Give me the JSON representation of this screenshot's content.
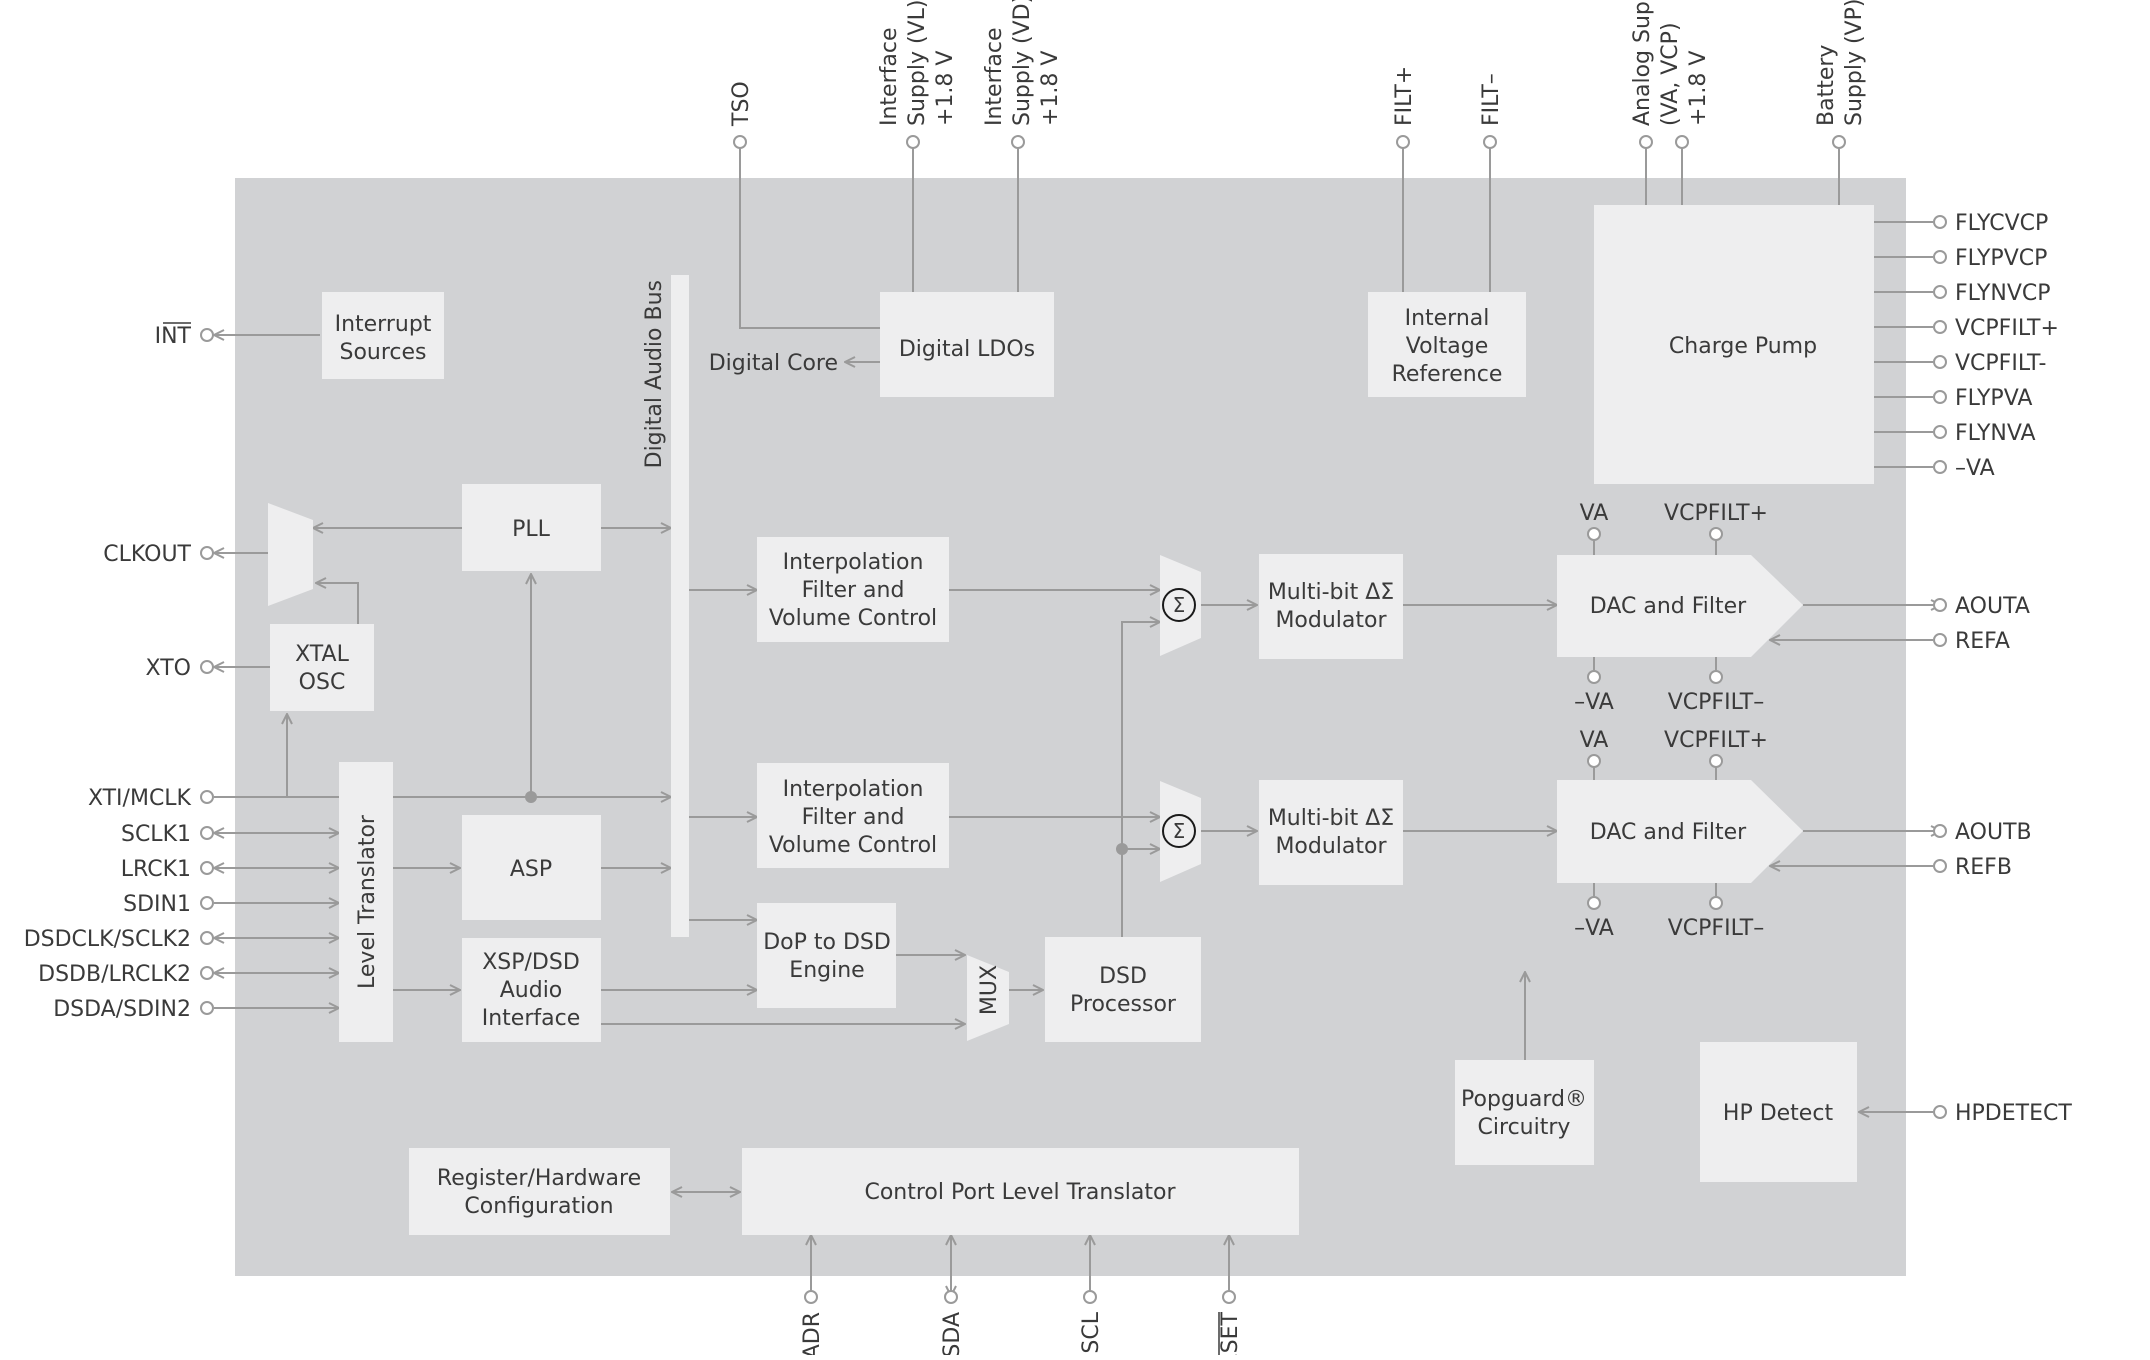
{
  "pins_left": {
    "int": "INT",
    "clkout": "CLKOUT",
    "xto": "XTO",
    "xti": "XTI/MCLK",
    "sclk1": "SCLK1",
    "lrck1": "LRCK1",
    "sdin1": "SDIN1",
    "dsdclk": "DSDCLK/SCLK2",
    "dsdb": "DSDB/LRCLK2",
    "dsda": "DSDA/SDIN2"
  },
  "pins_right": {
    "flycvcp": "FLYCVCP",
    "flypvcp": "FLYPVCP",
    "flynvcp": "FLYNVCP",
    "vcpfilt_p": "VCPFILT+",
    "vcpfilt_m": "VCPFILT-",
    "flypva": "FLYPVA",
    "flynva": "FLYNVA",
    "neg_va": "–VA",
    "aouta": "AOUTA",
    "refa": "REFA",
    "aoutb": "AOUTB",
    "refb": "REFB",
    "hpdetect": "HPDETECT"
  },
  "pins_top": {
    "tso": "TSO",
    "vl": [
      "Interface",
      "Supply (VL)",
      "+1.8 V"
    ],
    "vd": [
      "Interface",
      "Supply (VD)",
      "+1.8 V"
    ],
    "filt_p": "FILT+",
    "filt_m": "FILT–",
    "analog": [
      "Analog Supply",
      "(VA, VCP)",
      "+1.8 V"
    ],
    "battery": [
      "Battery",
      "Supply (VP)"
    ]
  },
  "pins_bottom": {
    "adr": "ADR",
    "sda": "SDA",
    "scl": "SCL",
    "reset": "RESET"
  },
  "dac_pins": {
    "va": "VA",
    "vcpfilt_p": "VCPFILT+",
    "neg_va": "–VA",
    "vcpfilt_m": "VCPFILT–"
  },
  "blocks": {
    "interrupt": [
      "Interrupt",
      "Sources"
    ],
    "digital_core": "Digital Core",
    "digital_ldos": "Digital LDOs",
    "digital_audio_bus": "Digital Audio Bus",
    "ivr": [
      "Internal",
      "Voltage",
      "Reference"
    ],
    "charge_pump": "Charge Pump",
    "pll": "PLL",
    "xtal": [
      "XTAL",
      "OSC"
    ],
    "level_translator": "Level Translator",
    "asp": "ASP",
    "xsp": [
      "XSP/DSD",
      "Audio",
      "Interface"
    ],
    "interp": [
      "Interpolation",
      "Filter and",
      "Volume Control"
    ],
    "dop": [
      "DoP to DSD",
      "Engine"
    ],
    "mux": "MUX",
    "dsd_proc": [
      "DSD",
      "Processor"
    ],
    "sigma": "Σ",
    "modulator": [
      "Multi-bit ΔΣ",
      "Modulator"
    ],
    "dac": "DAC and Filter",
    "popguard": [
      "Popguard®",
      "Circuitry"
    ],
    "hp_detect": "HP Detect",
    "reg_hw": [
      "Register/Hardware",
      "Configuration"
    ],
    "cplt": "Control Port Level Translator"
  }
}
